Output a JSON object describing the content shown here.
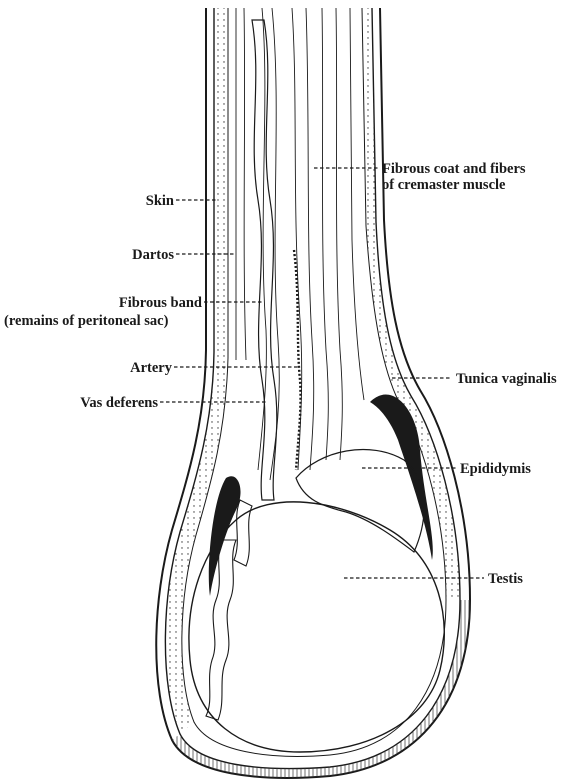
{
  "figure": {
    "labels": {
      "skin": "Skin",
      "dartos": "Dartos",
      "fibrous_band_line1": "Fibrous band",
      "fibrous_band_line2": "(remains of peritoneal sac)",
      "artery": "Artery",
      "vas_deferens": "Vas deferens",
      "fibrous_coat_line1": "Fibrous coat and fibers",
      "fibrous_coat_line2": "of cremaster muscle",
      "tunica_vaginalis": "Tunica vaginalis",
      "epididymis": "Epididymis",
      "testis": "Testis"
    }
  }
}
